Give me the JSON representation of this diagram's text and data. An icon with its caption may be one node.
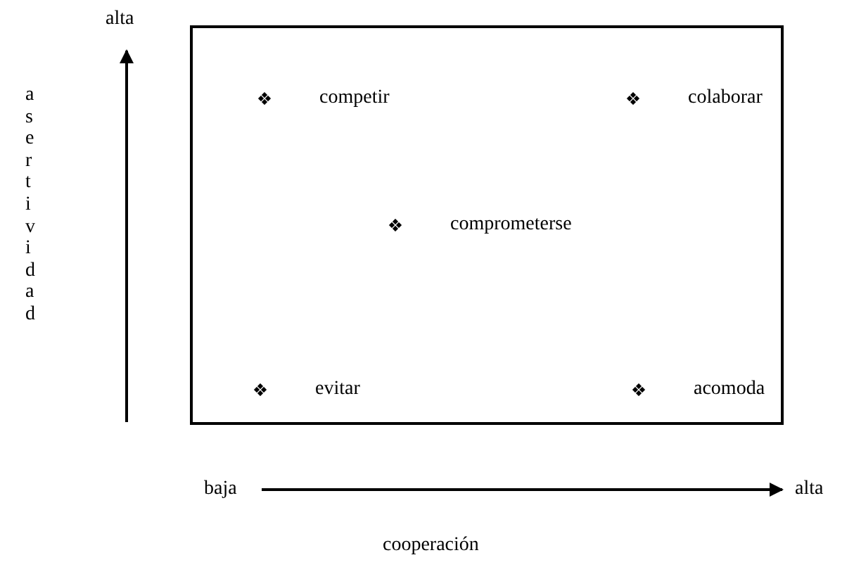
{
  "diagram": {
    "nodes": [
      {
        "text": [
          "competir",
          "colaborar",
          "comprometerse",
          "evitar",
          "acomoda"
        ]
      }
    ],
    "edges": [],
    "labels": [
      "alta",
      "asertividad",
      "baja",
      "alta",
      "cooperación"
    ]
  }
}
